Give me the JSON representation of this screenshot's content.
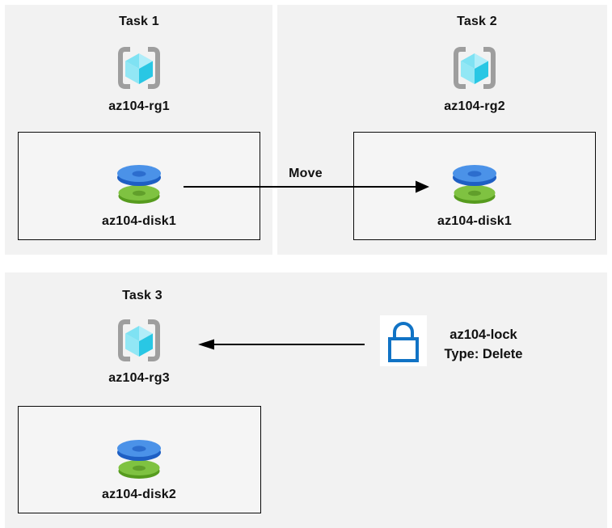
{
  "diagram": {
    "tasks": [
      {
        "title": "Task 1",
        "rg_label": "az104-rg1",
        "disk_label": "az104-disk1"
      },
      {
        "title": "Task 2",
        "rg_label": "az104-rg2",
        "disk_label": "az104-disk1"
      },
      {
        "title": "Task 3",
        "rg_label": "az104-rg3",
        "disk_label": "az104-disk2"
      }
    ],
    "move_label": "Move",
    "lock": {
      "name": "az104-lock",
      "type": "Type: Delete"
    }
  },
  "icons": {
    "resource_group": "azure-resource-group-icon",
    "disk": "azure-managed-disk-icon",
    "lock": "lock-icon",
    "move_arrow": "right-arrow",
    "lock_arrow": "left-arrow"
  },
  "colors": {
    "panel_bg": "#f2f2f2",
    "box_bg": "#f5f5f5",
    "box_border": "#0a0a0a",
    "text": "#111111",
    "bracket_gray": "#9e9e9e",
    "cube_top_left": "#7fe2f3",
    "cube_top_right": "#b0edf9",
    "cube_left": "#92e7f5",
    "cube_right": "#29c7e4",
    "disk_blue_top": "#4b92e8",
    "disk_blue_side": "#1e5fc4",
    "disk_blue_hole": "#2c6dce",
    "disk_green_top": "#7fc241",
    "disk_green_side": "#569b1e",
    "disk_green_hole": "#619f2b",
    "lock_blue": "#1173c5",
    "arrow": "#000000"
  }
}
